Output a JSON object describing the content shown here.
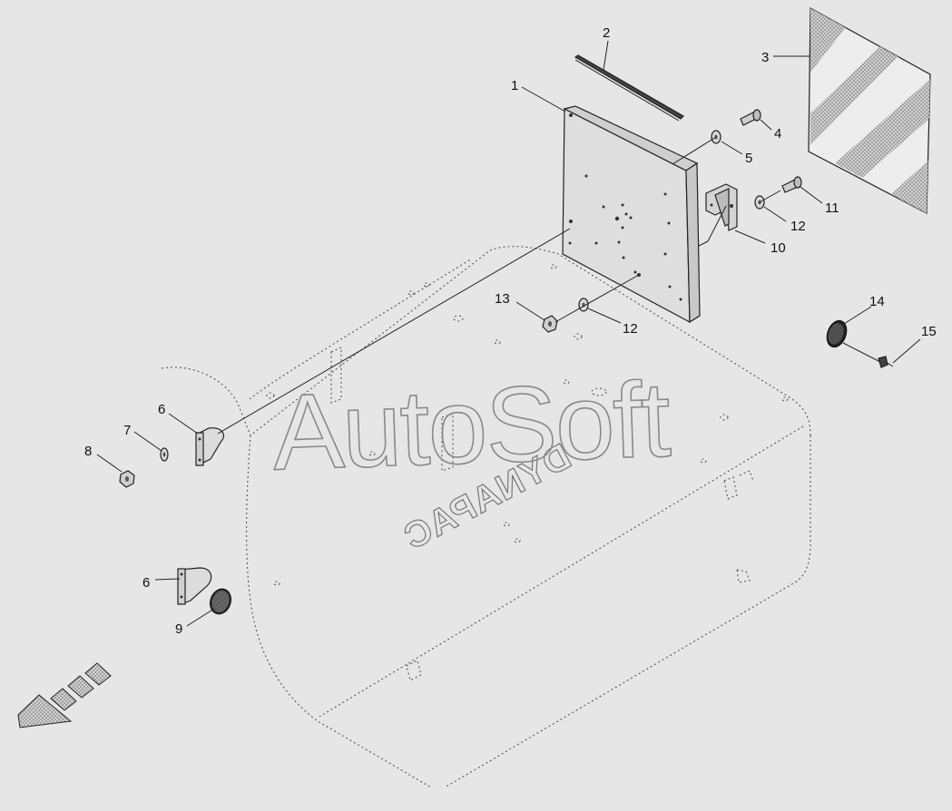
{
  "diagram": {
    "watermark": "AutoSoft",
    "body_lettering": "DYNAPAC",
    "callouts": [
      "1",
      "2",
      "3",
      "4",
      "5",
      "6",
      "7",
      "8",
      "6",
      "9",
      "10",
      "11",
      "12",
      "12",
      "13",
      "14",
      "15"
    ],
    "colors": {
      "background": "#e6e6e6",
      "line": "#222222",
      "housing_outline": "#555555",
      "watermark": "#8a8a8a",
      "hatch": "#9a9a9a"
    },
    "icons": [
      "direction-arrow-icon"
    ]
  }
}
